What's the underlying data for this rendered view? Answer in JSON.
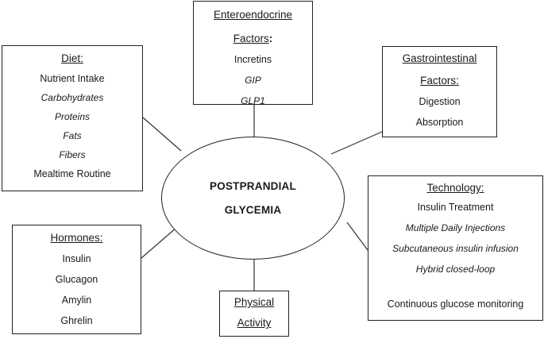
{
  "center": {
    "line1": "POSTPRANDIAL",
    "line2": "GLYCEMIA"
  },
  "enteroendocrine": {
    "title_line1": "Enteroendocrine",
    "title_line2": "Factors",
    "title_suffix": ":",
    "items": [
      "Incretins",
      "GIP",
      "GLP1"
    ]
  },
  "diet": {
    "title": "Diet:",
    "items": [
      "Nutrient Intake",
      "Carbohydrates",
      "Proteins",
      "Fats",
      "Fibers",
      "Mealtime Routine"
    ]
  },
  "gastrointestinal": {
    "title_line1": "Gastrointestinal",
    "title_line2": "Factors:",
    "items": [
      "Digestion",
      "Absorption"
    ]
  },
  "technology": {
    "title": "Technology:",
    "items": [
      "Insulin Treatment",
      "Multiple Daily Injections",
      "Subcutaneous insulin infusion",
      "Hybrid closed-loop",
      "Continuous glucose monitoring"
    ]
  },
  "hormones": {
    "title": "Hormones:",
    "items": [
      "Insulin",
      "Glucagon",
      "Amylin",
      "Ghrelin"
    ]
  },
  "physical_activity": {
    "title_line1": "Physical",
    "title_line2": "Activity"
  }
}
